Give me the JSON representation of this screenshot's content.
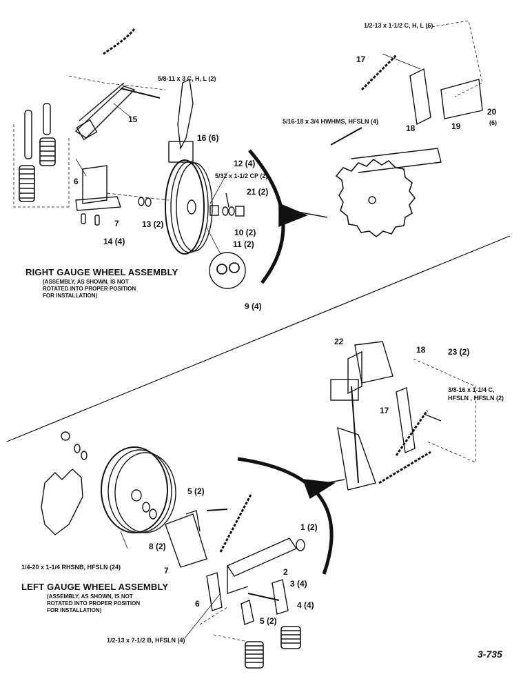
{
  "right": {
    "title": "RIGHT GAUGE WHEEL ASSEMBLY",
    "note": "(ASSEMBLY, AS SHOWN, IS NOT\nROTATED INTO PROPER POSITION\nFOR INSTALLATION)"
  },
  "left": {
    "title": "LEFT GAUGE WHEEL ASSEMBLY",
    "note": "(ASSEMBLY, AS SHOWN, IS NOT\nROTATED INTO PROPER POSITION\nFOR INSTALLATION)"
  },
  "specs": {
    "bolt_58": "5/8-11 x 3 C, H, L (2)",
    "bolt_12_c": "1/2-13 x 1-1/2 C, H, L (6)",
    "bolt_516": "5/16-18 x 3/4 HWHMS, HFSLN (4)",
    "pin_532": "5/32 x 1-1/2 CP (2)",
    "bolt_14": "1/4-20 x 1-1/4 RHSNB, HFSLN (24)",
    "bolt_38_a": "3/8-16 x 1-1/4 C,",
    "bolt_38_b": "HFSLN , HFSLN (2)",
    "bolt_12_b": "1/2-13 x 7-1/2 B, HFSLN (4)"
  },
  "callouts_right": [
    "15",
    "16 (6)",
    "6",
    "7",
    "14 (4)",
    "13 (2)",
    "12 (4)",
    "21 (2)",
    "10 (2)",
    "11 (2)",
    "9 (4)",
    "17",
    "18",
    "19",
    "20",
    "(6)"
  ],
  "callouts_left": [
    "22",
    "18",
    "23 (2)",
    "17",
    "5 (2)",
    "1 (2)",
    "2",
    "3 (4)",
    "4 (4)",
    "5 (2)",
    "8 (2)",
    "7",
    "6"
  ],
  "figure_id": "3-735"
}
